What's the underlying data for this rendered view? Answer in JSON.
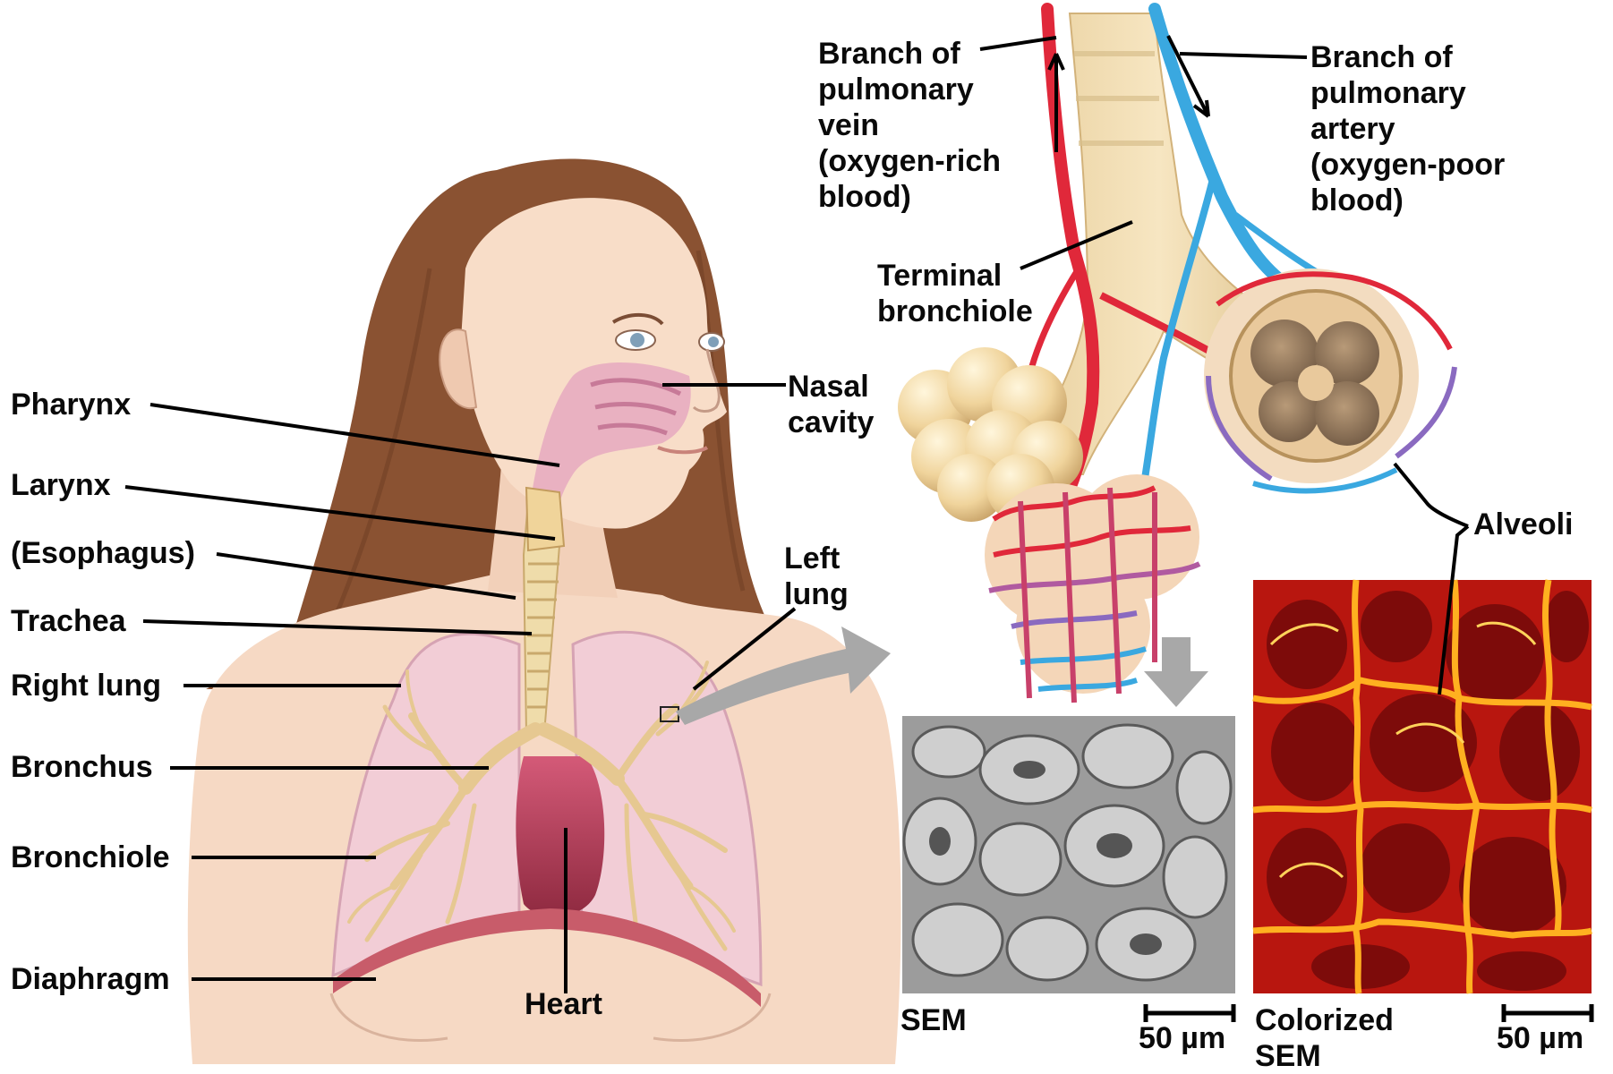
{
  "labels": {
    "pharynx": "Pharynx",
    "larynx": "Larynx",
    "esophagus": "(Esophagus)",
    "trachea": "Trachea",
    "right_lung": "Right lung",
    "bronchus": "Bronchus",
    "bronchiole": "Bronchiole",
    "diaphragm": "Diaphragm",
    "heart": "Heart",
    "nasal_cavity": "Nasal\ncavity",
    "left_lung": "Left\nlung",
    "pulmonary_vein": "Branch of\npulmonary\nvein\n(oxygen-rich\nblood)",
    "pulmonary_artery": "Branch of\npulmonary\nartery\n(oxygen-poor\nblood)",
    "terminal_bronchiole": "Terminal\nbronchiole",
    "alveoli": "Alveoli",
    "sem": "SEM",
    "colorized_sem": "Colorized\nSEM",
    "scale_bar_1": "50 µm",
    "scale_bar_2": "50 µm"
  },
  "colors": {
    "skin": "#f6d9c4",
    "hair": "#8a5232",
    "lung": "#f2cdd6",
    "airway": "#ecd39c",
    "heart": "#b03a55",
    "vein_oxygen_rich": "#e0283a",
    "artery_oxygen_poor": "#3aa8e0",
    "alveolus": "#f0d8a8",
    "sem_gray": "#9a9a9a",
    "colorized_sem_bg": "#b8160f",
    "colorized_sem_web": "#ffb020",
    "arrow_gray": "#a8a8a8"
  }
}
